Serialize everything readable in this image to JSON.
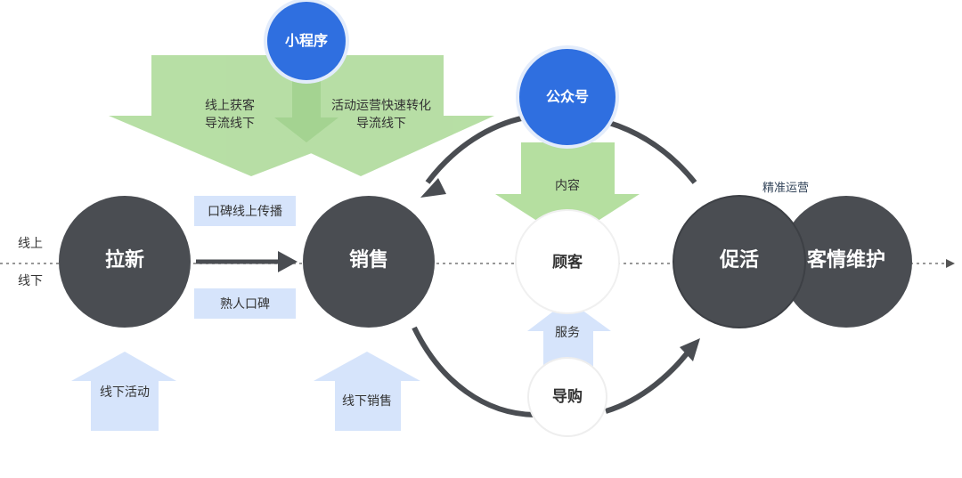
{
  "side": {
    "online": "线上",
    "offline": "线下"
  },
  "nodes": {
    "laxin": "拉新",
    "sales": "销售",
    "customer": "顾客",
    "activate": "促活",
    "care": "客情维护",
    "miniprogram": "小程序",
    "official": "公众号",
    "guide": "导购"
  },
  "arrows": {
    "mini_left": [
      "线上获客",
      "导流线下"
    ],
    "mini_right": [
      "活动运营快速转化",
      "导流线下"
    ],
    "content": "内容",
    "service": "服务",
    "offline_activity": "线下活动",
    "offline_sales": "线下销售",
    "precise": "精准运营"
  },
  "boxes": {
    "word_online": "口碑线上传播",
    "word_friends": "熟人口碑"
  },
  "colors": {
    "dark": "#4a4d52",
    "blue": "#2f6fe0",
    "green": "#a8d98f",
    "lightblue": "#d6e4fb",
    "arrow": "#4a4d52"
  }
}
